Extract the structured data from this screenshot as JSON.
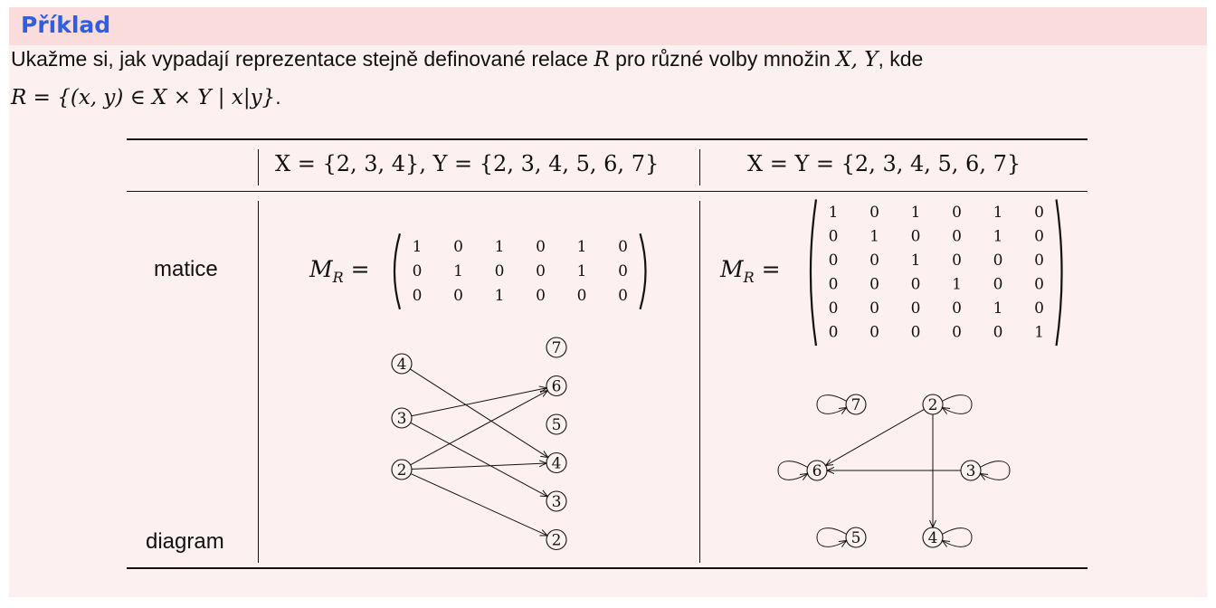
{
  "block": {
    "title": "Příklad",
    "intro_line1_text1": "Ukažme si, jak vypadají reprezentace stejně definované relace ",
    "intro_line1_R": "R",
    "intro_line1_text2": " pro různé volby množin ",
    "intro_line1_XY": "X, Y",
    "intro_line1_text3": ", kde",
    "intro_line2_formula": "R = {(x, y) ∈ X × Y | x|y}",
    "intro_line2_end": "."
  },
  "table": {
    "header_col1": "X = {2, 3, 4}, Y = {2, 3, 4, 5, 6, 7}",
    "header_col2": "X = Y = {2, 3, 4, 5, 6, 7}",
    "row_matrix_label": "matice",
    "row_diagram_label": "diagram",
    "matrix_lhs": "M",
    "matrix_lhs_sub": "R",
    "matrix_lhs_eq": " ="
  },
  "matrix1": [
    [
      1,
      0,
      1,
      0,
      1,
      0
    ],
    [
      0,
      1,
      0,
      0,
      1,
      0
    ],
    [
      0,
      0,
      1,
      0,
      0,
      0
    ]
  ],
  "matrix2": [
    [
      1,
      0,
      1,
      0,
      1,
      0
    ],
    [
      0,
      1,
      0,
      0,
      1,
      0
    ],
    [
      0,
      0,
      1,
      0,
      0,
      0
    ],
    [
      0,
      0,
      0,
      1,
      0,
      0
    ],
    [
      0,
      0,
      0,
      0,
      1,
      0
    ],
    [
      0,
      0,
      0,
      0,
      0,
      1
    ]
  ],
  "diagram1": {
    "left_nodes": [
      "4",
      "3",
      "2"
    ],
    "right_nodes": [
      "7",
      "6",
      "5",
      "4",
      "3",
      "2"
    ],
    "edges": [
      [
        "4",
        "4"
      ],
      [
        "3",
        "6"
      ],
      [
        "3",
        "3"
      ],
      [
        "2",
        "6"
      ],
      [
        "2",
        "4"
      ],
      [
        "2",
        "2"
      ]
    ]
  },
  "diagram2": {
    "nodes": [
      "7",
      "2",
      "6",
      "3",
      "5",
      "4"
    ],
    "edges": [
      [
        "2",
        "6"
      ],
      [
        "2",
        "4"
      ],
      [
        "3",
        "6"
      ]
    ],
    "loops": [
      "7",
      "2",
      "6",
      "3",
      "5",
      "4"
    ]
  }
}
